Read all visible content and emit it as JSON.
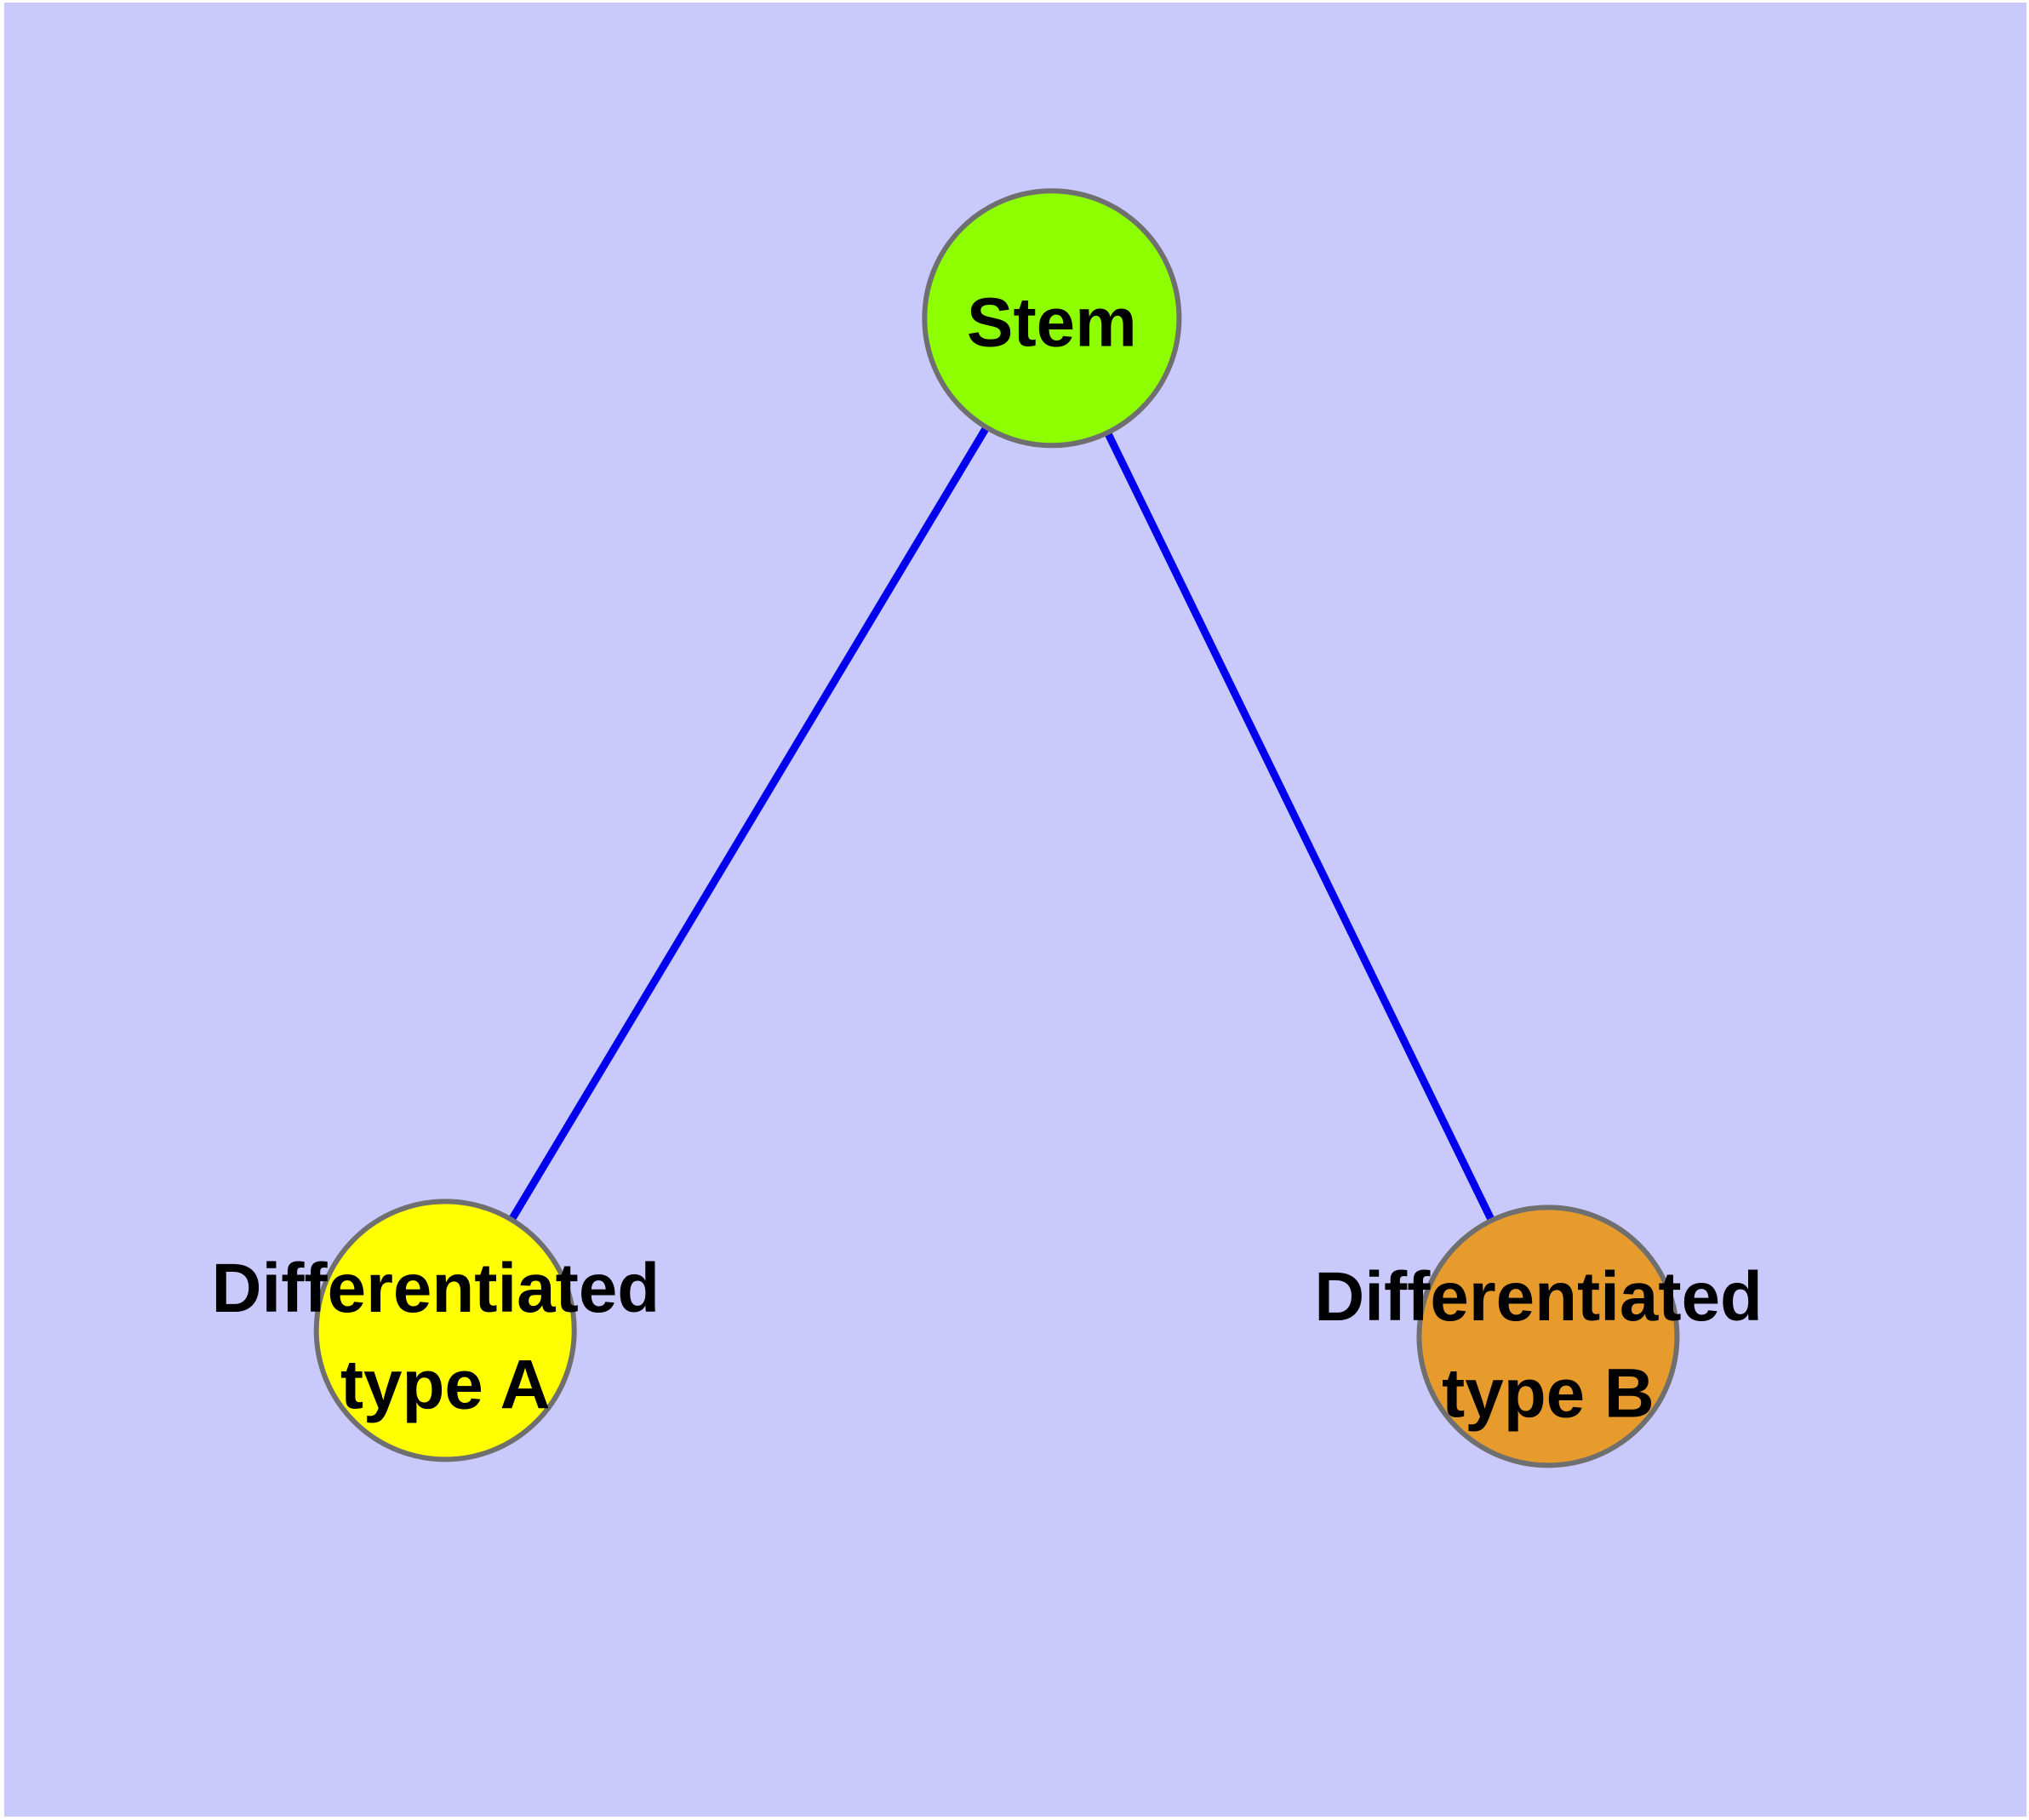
{
  "figure": {
    "background_color": "#c9c9fb",
    "frame_color": "#ffffff"
  },
  "graph": {
    "edge_color": "#0000ee",
    "node_border_color": "#6f6f6f",
    "label_color": "#000000",
    "nodes": [
      {
        "id": "stem",
        "label": "Stem",
        "fill": "#8eff00"
      },
      {
        "id": "differentiated-type-a",
        "label_line1": "Differentiated",
        "label_line2": "type A",
        "fill": "#ffff00"
      },
      {
        "id": "differentiated-type-b",
        "label_line1": "Differentiated",
        "label_line2": "type B",
        "fill": "#e69b2c"
      }
    ],
    "edges": [
      {
        "from": "stem",
        "to": "differentiated-type-a"
      },
      {
        "from": "stem",
        "to": "differentiated-type-b"
      }
    ]
  }
}
